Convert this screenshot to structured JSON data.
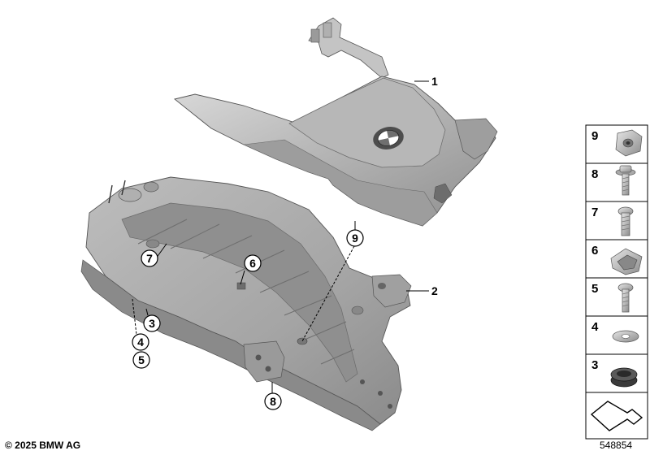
{
  "callouts": [
    {
      "id": "callout-1",
      "label": "1"
    },
    {
      "id": "callout-2",
      "label": "2"
    },
    {
      "id": "callout-3",
      "label": "3"
    },
    {
      "id": "callout-4",
      "label": "4"
    },
    {
      "id": "callout-5",
      "label": "5"
    },
    {
      "id": "callout-6",
      "label": "6"
    },
    {
      "id": "callout-7",
      "label": "7"
    },
    {
      "id": "callout-8",
      "label": "8"
    },
    {
      "id": "callout-9",
      "label": "9"
    }
  ],
  "legend": [
    {
      "label": "9",
      "icon": "cage-nut-icon"
    },
    {
      "label": "8",
      "icon": "collar-screw-icon"
    },
    {
      "label": "7",
      "icon": "torx-screw-icon"
    },
    {
      "label": "6",
      "icon": "spring-clip-icon"
    },
    {
      "label": "5",
      "icon": "pan-screw-icon"
    },
    {
      "label": "4",
      "icon": "washer-icon"
    },
    {
      "label": "3",
      "icon": "grommet-icon"
    }
  ],
  "legend_footer_icon": "arrow-bracket-icon",
  "footer": {
    "copyright": "© 2025 BMW AG",
    "diagram_id": "548854"
  },
  "colors": {
    "part_light": "#c9c9c9",
    "part_mid": "#a9a9a9",
    "part_dark": "#7c7c7c",
    "outline": "#555555"
  }
}
